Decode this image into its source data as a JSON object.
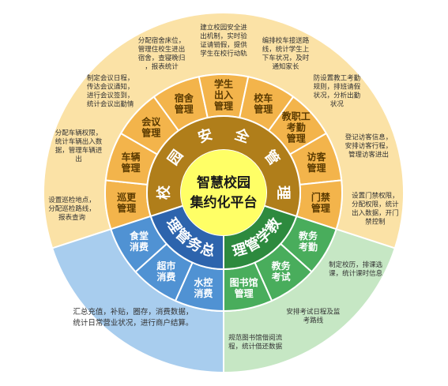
{
  "center": {
    "line1": "智慧校园",
    "line2": "集约化平台",
    "color": "#ffff66",
    "text_color": "#1a1a1a"
  },
  "palette": {
    "safety_inner": "#b07e1a",
    "safety_mid": "#f3b44b",
    "safety_outer": "#fbe2a6",
    "affairs_inner": "#2d64ad",
    "affairs_mid": "#5092d3",
    "affairs_outer": "#a8cdee",
    "teaching_inner": "#2d8a3e",
    "teaching_mid": "#49ad5c",
    "teaching_outer": "#c6e7c4",
    "stroke": "#ffffff"
  },
  "sections": [
    {
      "key": "safety",
      "title": [
        "校",
        "园",
        "安",
        "全",
        "管",
        "理"
      ],
      "items": [
        {
          "label": "巡更\n管理",
          "desc": "设置巡检地点，分配巡检路线，报表查询"
        },
        {
          "label": "车辆\n管理",
          "desc": "分配车辆权限，统计车辆出入数据，管理车辆进出"
        },
        {
          "label": "会议\n管理",
          "desc": "制定会议日程，传达会议通知，进行会议签到，统计会议出勤情况"
        },
        {
          "label": "宿舍\n管理",
          "desc": "分配宿舍床位，管理住校生进出宿舍，查寝晚归，报表统计"
        },
        {
          "label": "学生\n出入\n管理",
          "desc": "建立校园安全进出机制，实时验证请销假，提供学生在校行动轨迹"
        },
        {
          "label": "校车\n管理",
          "desc": "编排校车接送路线，统计学生上下车状况，及时通知家长"
        },
        {
          "label": "教职工\n考勤\n管理",
          "desc": "防设置教工考勤规则，排班请假状况，分析出勤状况"
        },
        {
          "label": "访客\n管理",
          "desc": "登记访客信息，安排访客行程，管理访客进出"
        },
        {
          "label": "门禁\n管理",
          "desc": "设置门禁权限，分配权限，统计出入数据，开门禁控制"
        }
      ]
    },
    {
      "key": "affairs",
      "title": [
        "总",
        "务",
        "管",
        "理"
      ],
      "items": [
        {
          "label": "水控\n消费",
          "desc": ""
        },
        {
          "label": "超市\n消费",
          "desc": ""
        },
        {
          "label": "食堂\n消费",
          "desc": ""
        }
      ],
      "outer_desc": [
        "汇总充值，补贴，圈存，消费数据，",
        "统计日常营业状况，进行商户结算。"
      ]
    },
    {
      "key": "teaching",
      "title": [
        "教",
        "学",
        "管",
        "理"
      ],
      "items": [
        {
          "label": "教务\n考勤",
          "desc": "制定校历，排课选课，统计课时信息"
        },
        {
          "label": "教务\n考试",
          "desc": "安排考试日程及监考路线"
        },
        {
          "label": "图书馆\n管理",
          "desc": "规范图书馆借阅流程，统计借还数据"
        }
      ]
    }
  ]
}
